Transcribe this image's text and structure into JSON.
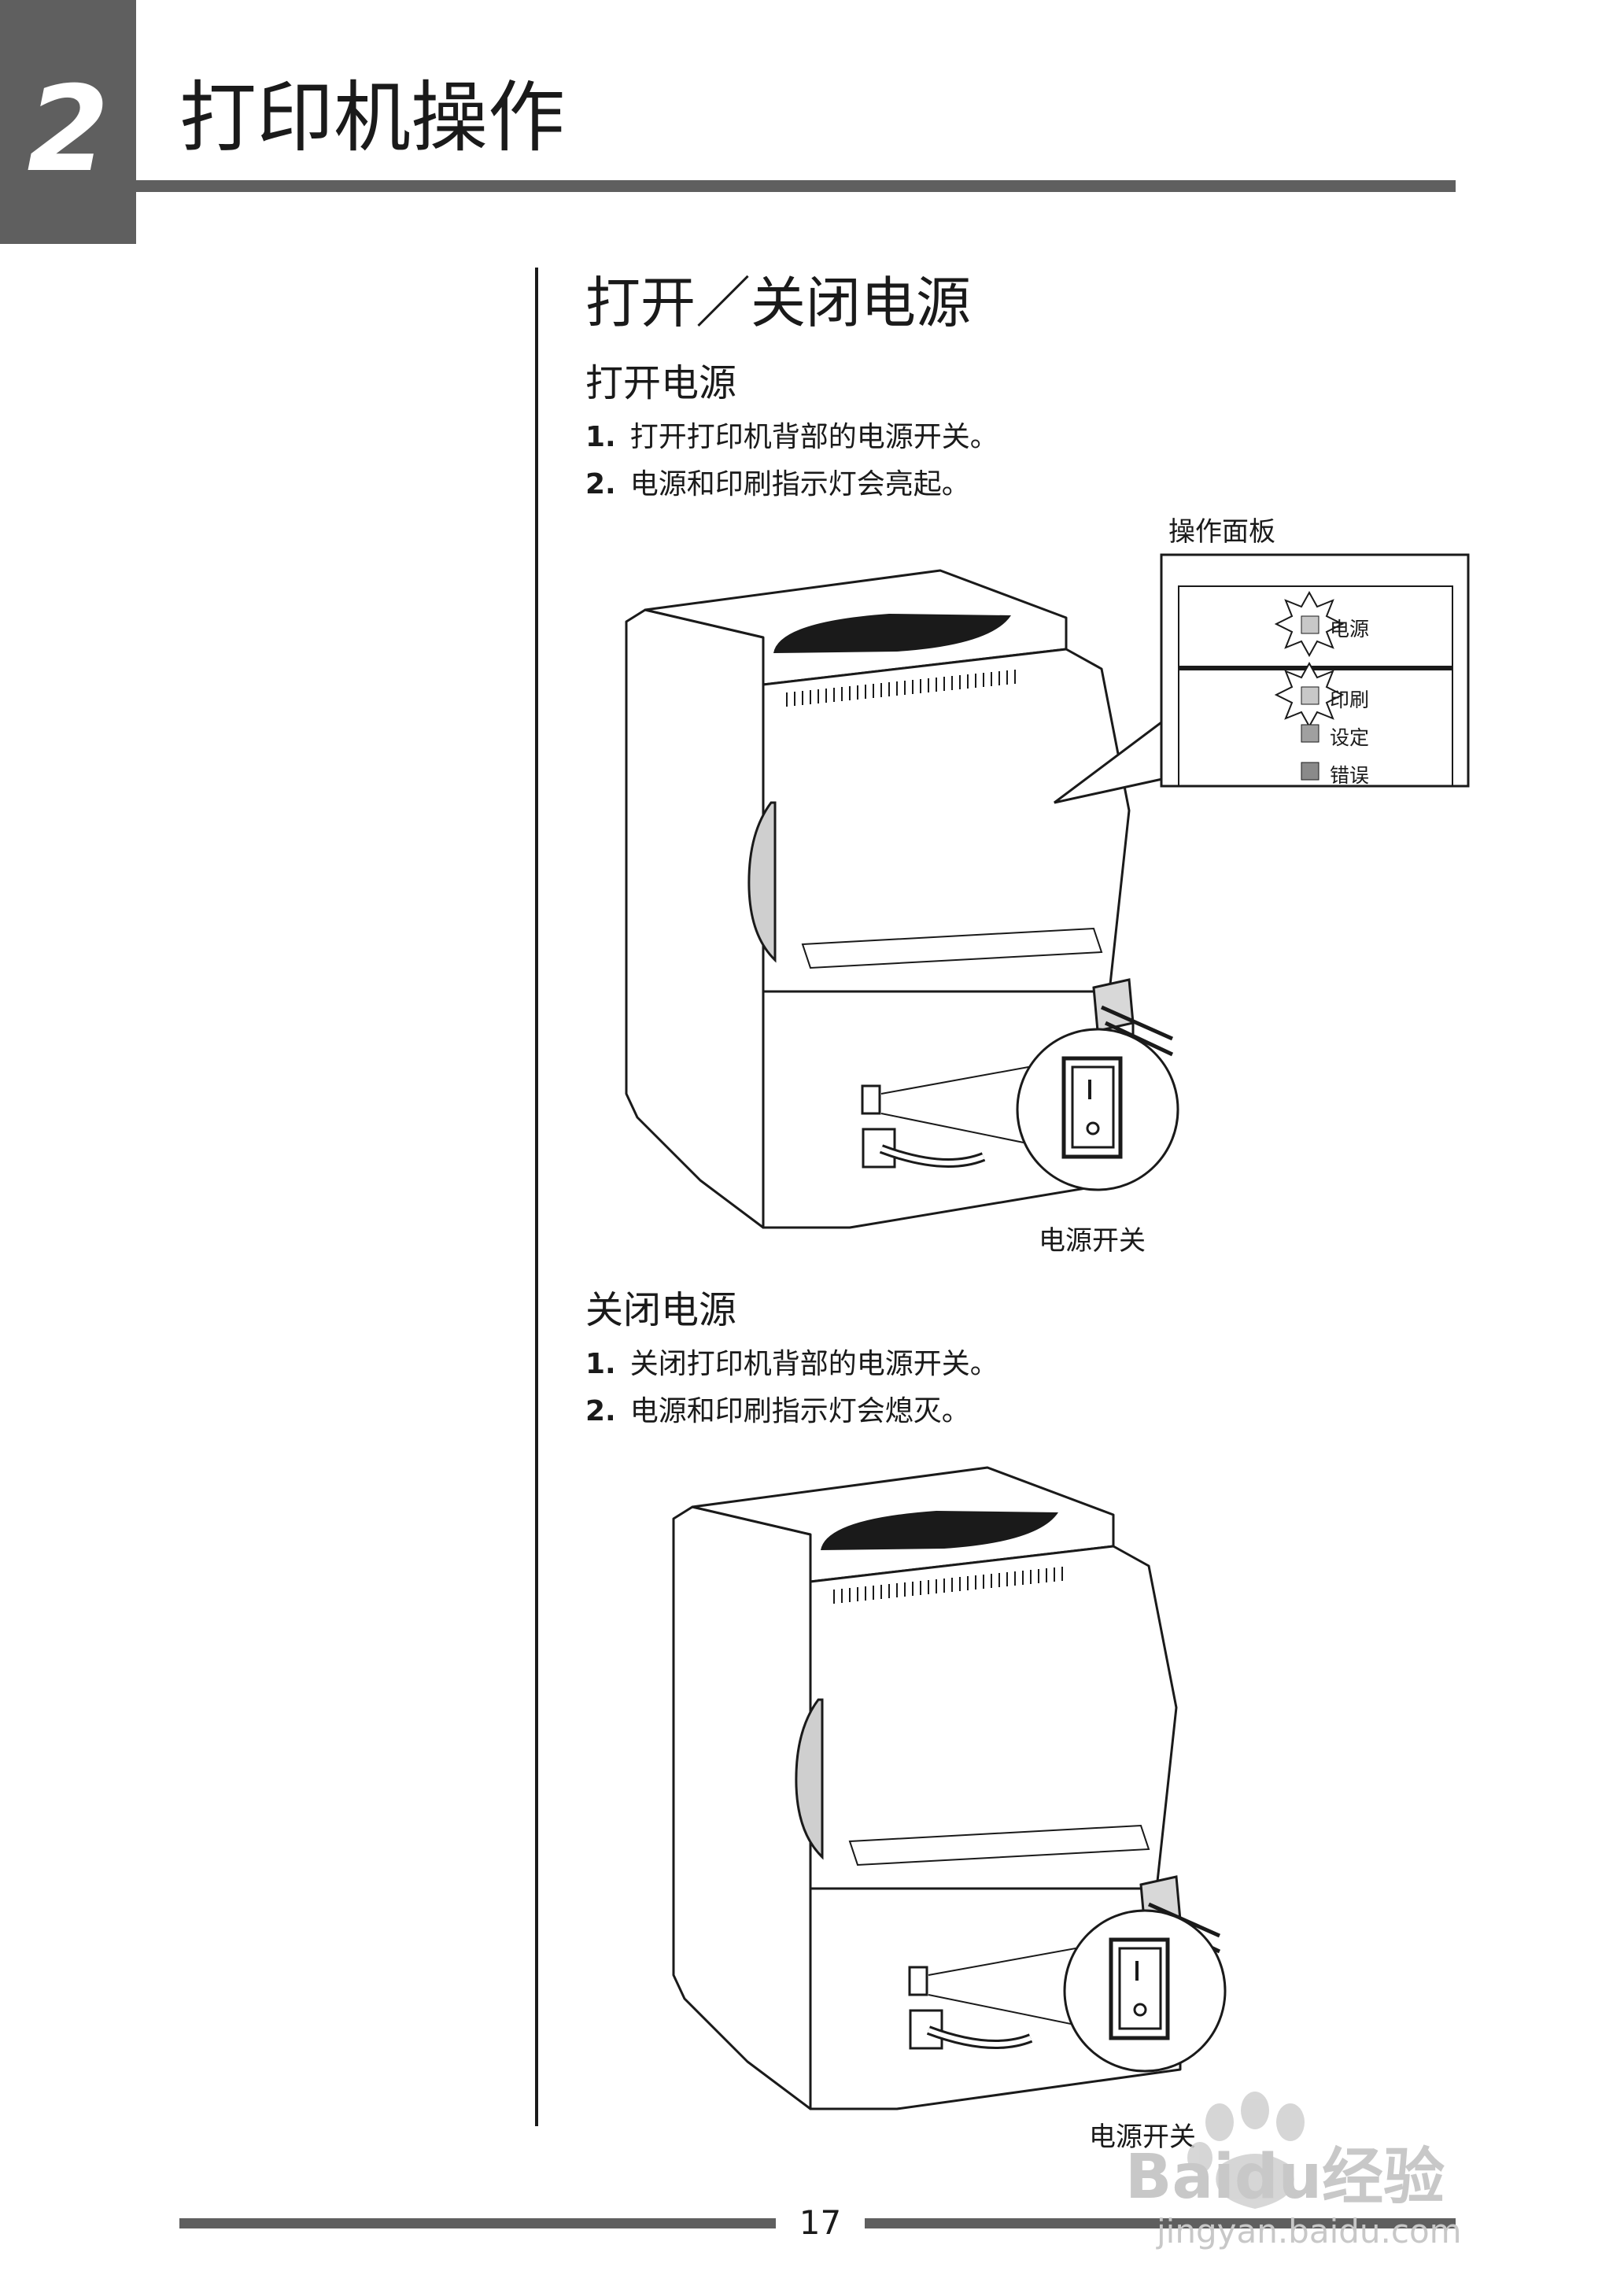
{
  "chapter": {
    "number": "2",
    "title": "打印机操作"
  },
  "section": {
    "title": "打开／关闭电源"
  },
  "power_on": {
    "title": "打开电源",
    "steps": [
      {
        "num": "1.",
        "text": "打开打印机背部的电源开关。"
      },
      {
        "num": "2.",
        "text": "电源和印刷指示灯会亮起。"
      }
    ],
    "panel": {
      "title": "操作面板",
      "indicators": [
        {
          "label": "电源",
          "state": "on"
        },
        {
          "label": "印刷",
          "state": "on"
        },
        {
          "label": "设定",
          "state": "off"
        },
        {
          "label": "错误",
          "state": "off"
        }
      ]
    },
    "switch_caption": "电源开关"
  },
  "power_off": {
    "title": "关闭电源",
    "steps": [
      {
        "num": "1.",
        "text": "关闭打印机背部的电源开关。"
      },
      {
        "num": "2.",
        "text": "电源和印刷指示灯会熄灭。"
      }
    ],
    "switch_caption": "电源开关"
  },
  "footer": {
    "page_number": "17"
  },
  "watermark": {
    "brand": "Baidu经验",
    "url": "jingyan.baidu.com"
  },
  "colors": {
    "header_gray": "#5f5f5f",
    "text": "#1a1a1a",
    "indicator_gray": "#8a8a8a"
  }
}
